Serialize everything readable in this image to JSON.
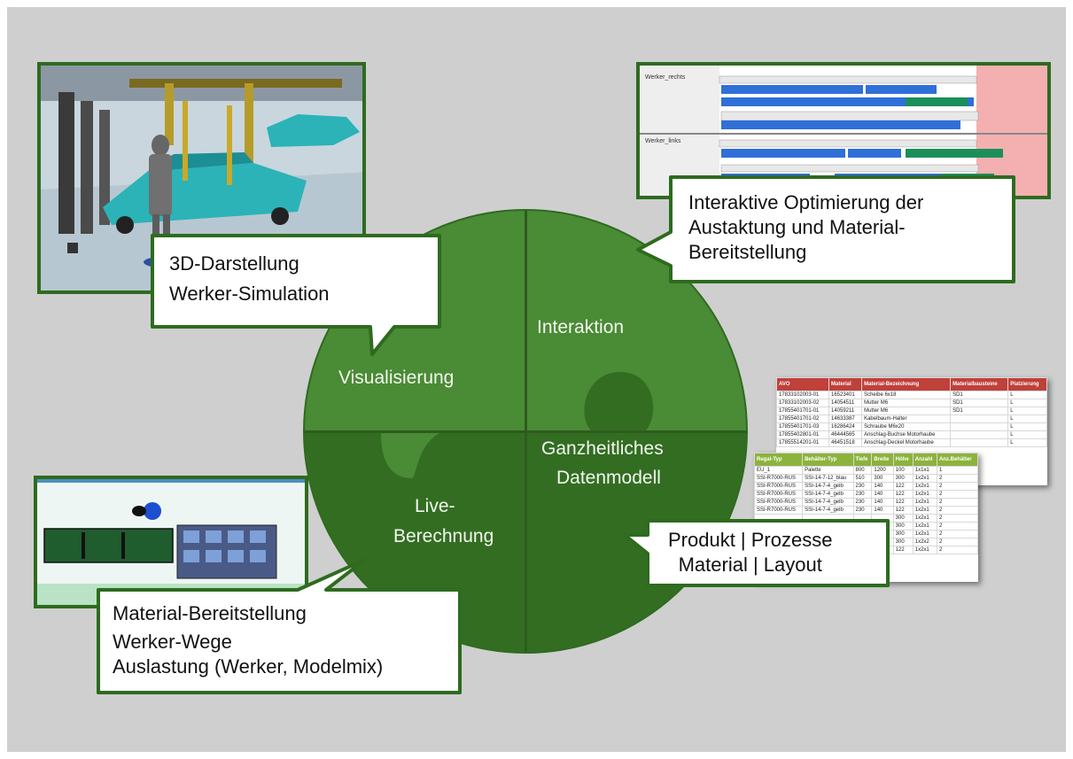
{
  "pieces": {
    "top_left": "Visualisierung",
    "top_right": "Interaktion",
    "bottom_left_line1": "Live-",
    "bottom_left_line2": "Berechnung",
    "bottom_right_line1": "Ganzheitliches",
    "bottom_right_line2": "Datenmodell"
  },
  "callouts": {
    "visualisierung": [
      "3D-Darstellung",
      "Werker-Simulation"
    ],
    "interaktion": [
      "Interaktive Optimierung der",
      "Austaktung und Material-",
      "Bereitstellung"
    ],
    "datenmodell": [
      "Produkt | Prozesse",
      "Material | Layout"
    ],
    "berechnung": [
      "Material-Bereitstellung",
      "Werker-Wege",
      "Auslastung (Werker, Modelmix)"
    ]
  },
  "gantt": {
    "row1_title": "Werker_rechts",
    "row2_title": "Werker_links"
  },
  "material_table": {
    "headers": [
      "AVO",
      "Material",
      "Material-Bezeichnung",
      "Materialbausteine",
      "Platzierung"
    ],
    "rows": [
      [
        "17833102003-01",
        "16523401",
        "Scheibe 6x18",
        "SD1",
        "L"
      ],
      [
        "17833102003-02",
        "14054511",
        "Mutter M6",
        "SD1",
        "L"
      ],
      [
        "17855401701-01",
        "14059211",
        "Mutter M6",
        "SD1",
        "L"
      ],
      [
        "17855401701-02",
        "14633387",
        "Kabelbaum-Halter",
        "",
        "L"
      ],
      [
        "17855401701-03",
        "16286424",
        "Schraube M6x20",
        "",
        "L"
      ],
      [
        "17855402801-01",
        "46444565",
        "Anschlag-Buchse Motorhaube",
        "",
        "L"
      ],
      [
        "17855514201-01",
        "46451518",
        "Anschlag-Deckel Motorhaube",
        "",
        "L"
      ]
    ]
  },
  "layout_table": {
    "headers": [
      "Regal-Typ",
      "Behälter-Typ",
      "Tiefe",
      "Breite",
      "Höhe",
      "Anzahl",
      "Anz.Behälter"
    ],
    "rows": [
      [
        "EU_1",
        "Palette",
        "800",
        "1200",
        "100",
        "1x1x1",
        "1"
      ],
      [
        "SSI-R7000-RUS",
        "SSI-14-7-12_blau",
        "510",
        "300",
        "300",
        "1x2x1",
        "2"
      ],
      [
        "SSI-R7000-RUS",
        "SSI-14-7-4_gelb",
        "230",
        "140",
        "122",
        "1x2x1",
        "2"
      ],
      [
        "SSI-R7000-RUS",
        "SSI-14-7-4_gelb",
        "230",
        "140",
        "122",
        "1x2x1",
        "2"
      ],
      [
        "SSI-R7000-RUS",
        "SSI-14-7-4_gelb",
        "230",
        "140",
        "122",
        "1x2x1",
        "2"
      ],
      [
        "SSI-R7000-RUS",
        "SSI-14-7-4_gelb",
        "230",
        "140",
        "122",
        "1x2x1",
        "2"
      ],
      [
        "",
        "",
        "",
        "",
        "300",
        "1x2x1",
        "2"
      ],
      [
        "",
        "",
        "",
        "",
        "300",
        "1x2x1",
        "2"
      ],
      [
        "",
        "",
        "",
        "",
        "300",
        "1x2x1",
        "2"
      ],
      [
        "",
        "",
        "",
        "",
        "300",
        "1x2x2",
        "2"
      ],
      [
        "",
        "",
        "",
        "",
        "122",
        "1x2x1",
        "2"
      ]
    ]
  },
  "colors": {
    "background": "#cfcfcf",
    "dark_green": "#2e6b1f",
    "piece_top": "#4a8b35",
    "piece_bottom": "#336d22",
    "gantt_blue": "#2f6fd8",
    "gantt_pink": "#f4b0b0",
    "table_red_header": "#c0403a",
    "table_green_header": "#8cb33c"
  }
}
